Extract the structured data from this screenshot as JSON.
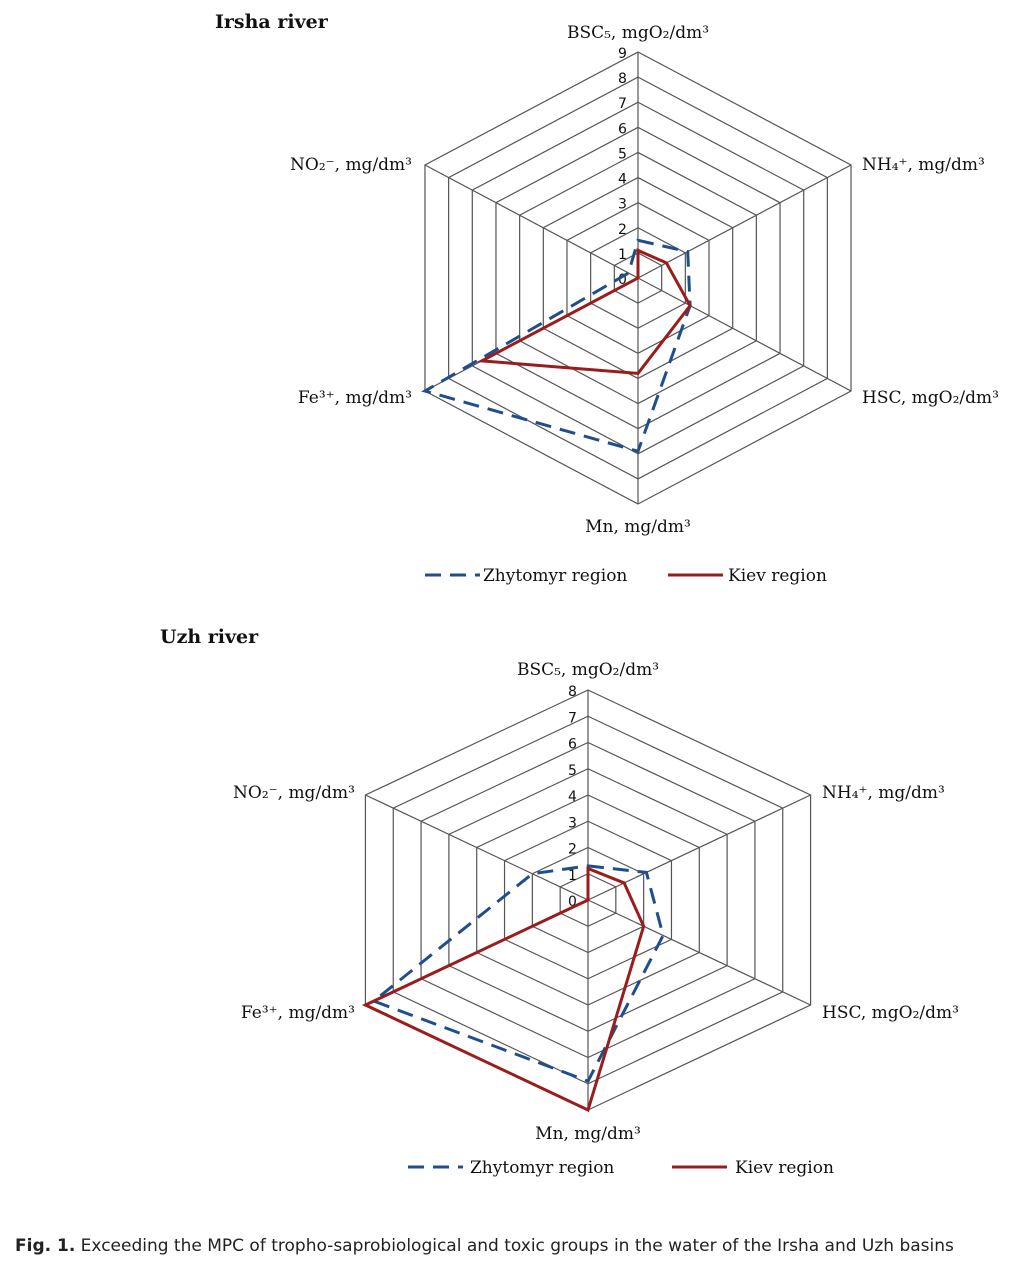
{
  "chart_data": [
    {
      "type": "radar",
      "title": "Irsha river",
      "axes": [
        "BSC₅, mgO₂/dm³",
        "NH₄⁺, mg/dm³",
        "HSC, mgO₂/dm³",
        "Mn, mg/dm³",
        "Fe³⁺, mg/dm³",
        "NO₂⁻, mg/dm³"
      ],
      "rlim": [
        0,
        9
      ],
      "ticks": [
        "0",
        "1",
        "2",
        "3",
        "4",
        "5",
        "6",
        "7",
        "8",
        "9"
      ],
      "series": [
        {
          "name": "Zhytomyr region",
          "color": "#1f4e8c",
          "style": "dashed",
          "values": [
            1.5,
            2.1,
            2.2,
            6.9,
            9.0,
            0.4
          ]
        },
        {
          "name": "Kiev region",
          "color": "#9b1c1c",
          "style": "solid",
          "values": [
            1.1,
            1.2,
            2.2,
            3.8,
            6.6,
            0
          ]
        }
      ],
      "legend": "bottom"
    },
    {
      "type": "radar",
      "title": "Uzh river",
      "axes": [
        "BSC₅, mgO₂/dm³",
        "NH₄⁺, mg/dm³",
        "HSC, mgO₂/dm³",
        "Mn, mg/dm³",
        "Fe³⁺, mg/dm³",
        "NO₂⁻, mg/dm³"
      ],
      "rlim": [
        0,
        8
      ],
      "ticks": [
        "0",
        "1",
        "2",
        "3",
        "4",
        "5",
        "6",
        "7",
        "8"
      ],
      "series": [
        {
          "name": "Zhytomyr region",
          "color": "#1f4e8c",
          "style": "dashed",
          "values": [
            1.3,
            2.1,
            2.7,
            6.9,
            7.7,
            2.0
          ]
        },
        {
          "name": "Kiev region",
          "color": "#9b1c1c",
          "style": "solid",
          "values": [
            1.2,
            1.3,
            2.0,
            8.0,
            8.0,
            0
          ]
        }
      ],
      "legend": "bottom"
    }
  ],
  "caption": {
    "label": "Fig. 1.",
    "text": " Exceeding the MPC of tropho-saprobiological and toxic groups in the water of the Irsha and Uzh basins"
  }
}
